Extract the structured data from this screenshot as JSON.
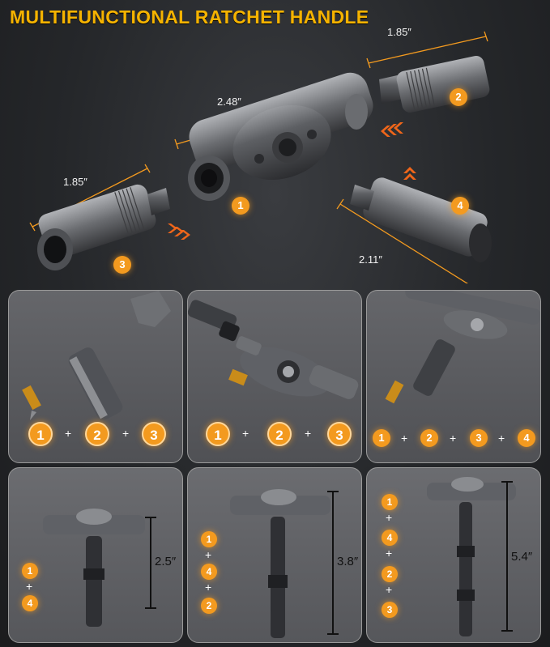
{
  "title": "MULTIFUNCTIONAL RATCHET HANDLE",
  "dimensions": {
    "part2_length": "1.85″",
    "handle_length": "2.48″",
    "part3_length": "1.85″",
    "part4_length": "2.11″"
  },
  "parts": {
    "p1": "1",
    "p2": "2",
    "p3": "3",
    "p4": "4"
  },
  "plus_sign": "+",
  "panels": {
    "combo_a": [
      "1",
      "2",
      "3"
    ],
    "combo_b": [
      "1",
      "2",
      "3"
    ],
    "combo_c": [
      "1",
      "2",
      "3",
      "4"
    ],
    "t_small": {
      "parts": [
        "1",
        "4"
      ],
      "height": "2.5″"
    },
    "t_medium": {
      "parts": [
        "1",
        "4",
        "2"
      ],
      "height": "3.8″"
    },
    "t_large": {
      "parts": [
        "1",
        "4",
        "2",
        "3"
      ],
      "height": "5.4″"
    }
  },
  "colors": {
    "accent": "#f39a1f",
    "title": "#f5b300"
  }
}
